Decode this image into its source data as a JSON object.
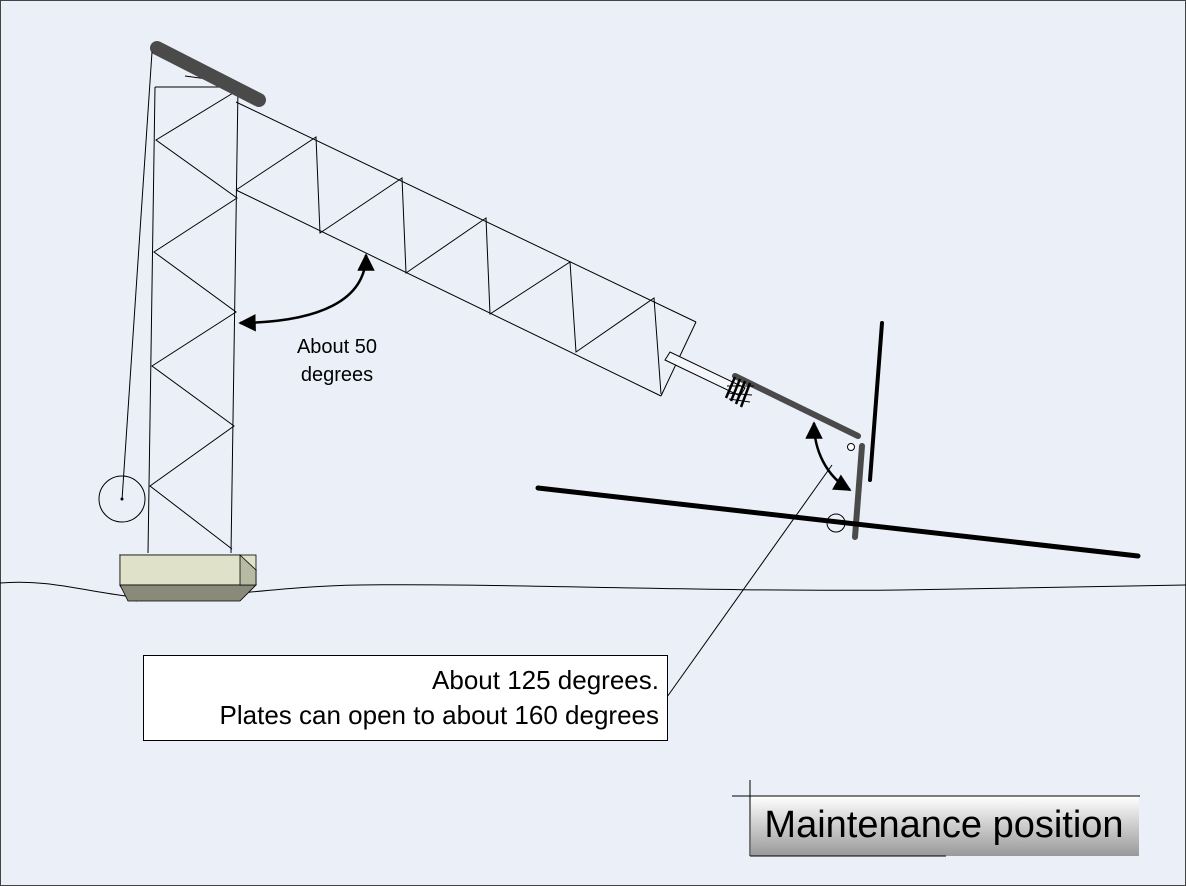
{
  "labels": {
    "angle_mast_boom": [
      "About 50",
      "degrees"
    ],
    "angle_plates": [
      "About 125 degrees.",
      "Plates can open to about 160 degrees"
    ],
    "title": "Maintenance position"
  },
  "colors": {
    "background": "#ebf0f8",
    "line": "#000000",
    "dark_bar": "#4a4a4a",
    "base_block": "#dfe2c8",
    "callout_fill": "#ffffff",
    "title_gradient_start": "#ffffff",
    "title_gradient_end": "#9a9a9a"
  }
}
